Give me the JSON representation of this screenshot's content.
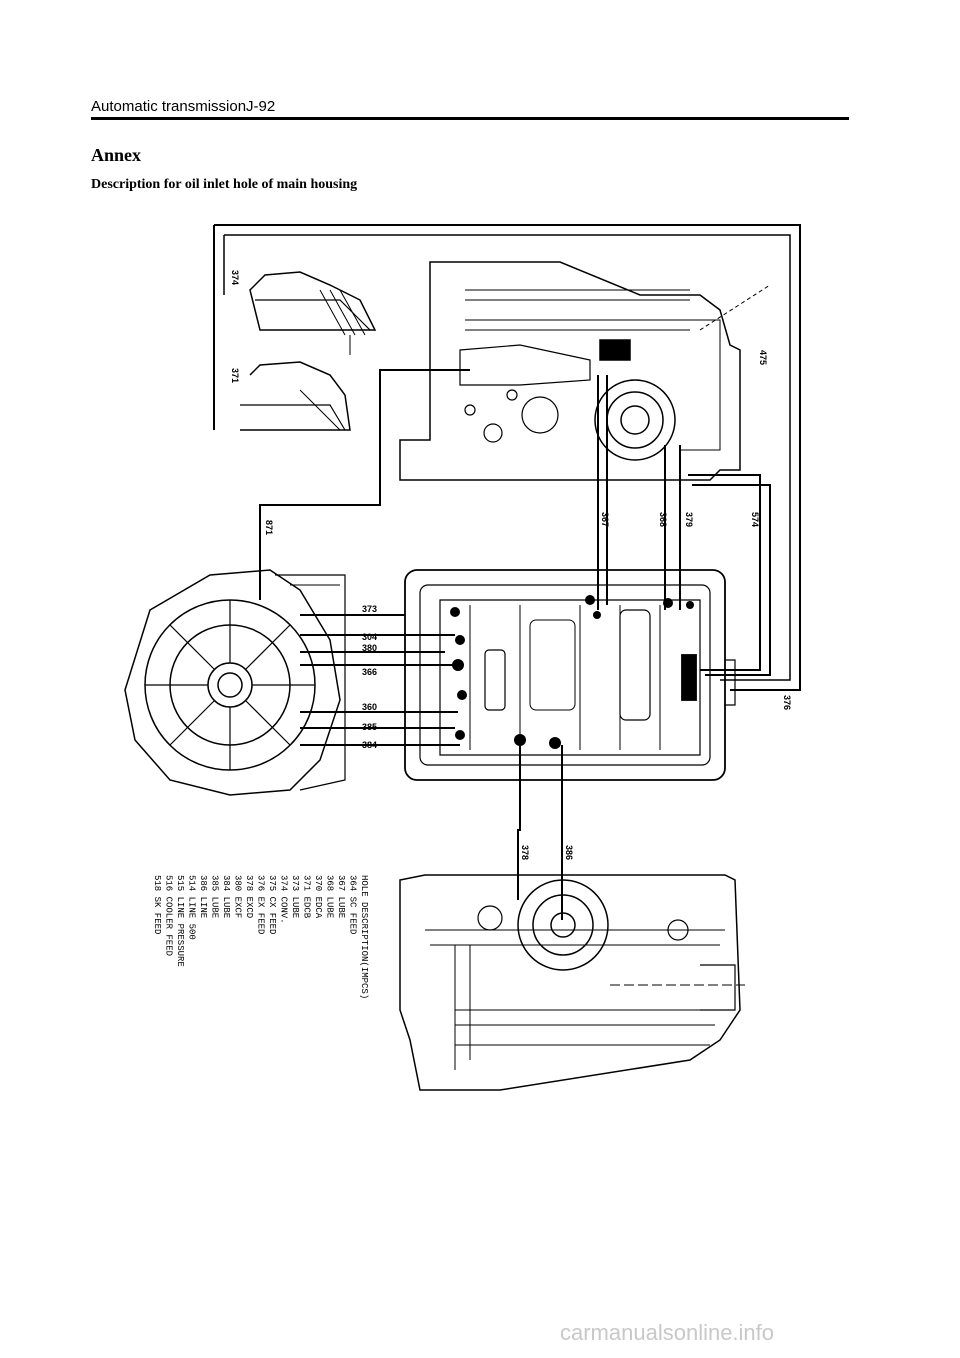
{
  "header": {
    "text": "Automatic transmissionJ-92"
  },
  "section": {
    "title": "Annex",
    "subtitle": "Description for oil inlet hole of main housing"
  },
  "diagram": {
    "labels": {
      "l374": "374",
      "l371": "371",
      "l871": "871",
      "l475": "475",
      "l367": "367",
      "l368": "368",
      "l379": "379",
      "l574": "574",
      "l376": "376",
      "l373": "373",
      "l304": "304",
      "l380": "380",
      "l366": "366",
      "l360": "360",
      "l385": "385",
      "l384": "384",
      "l378b": "378",
      "l386": "386"
    },
    "legend": [
      "HOLE DESCRIPTION(IMPCS)",
      "364 SC FEED",
      "367 LUBE",
      "368 LUBE",
      "370 EDCA",
      "371 EDCB",
      "373 LUBE",
      "374 CONV.",
      "375 CX FEED",
      "376 EX FEED",
      "378 EXCD",
      "380 EXCF",
      "384 LUBE",
      "385 LUBE",
      "386 LINE",
      "514 LINE 500",
      "515 LINE PRESSURE",
      "516 COOLER FEED",
      "518 SK FEED"
    ]
  },
  "watermark": {
    "text": "carmanualsonline.info"
  }
}
